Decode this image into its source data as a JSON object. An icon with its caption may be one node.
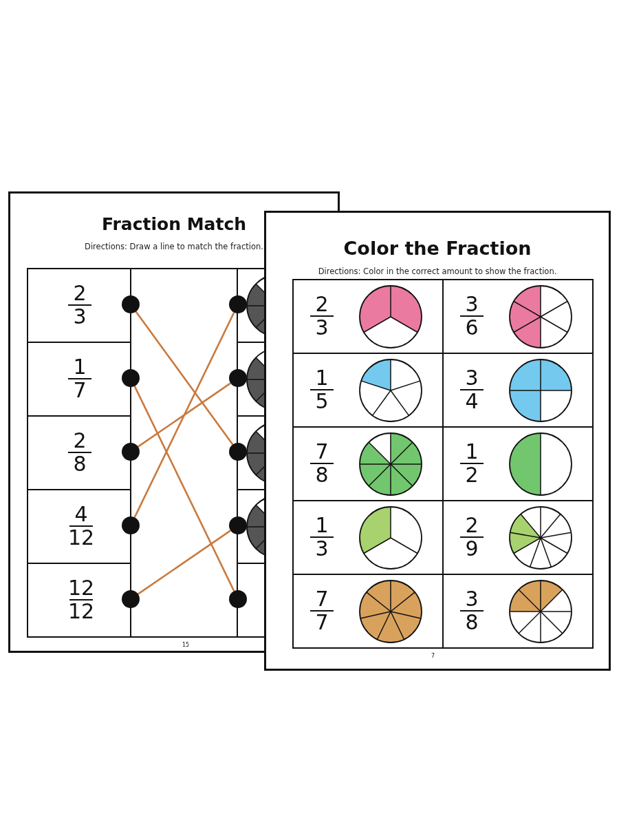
{
  "diagram": {
    "nodes": [
      {
        "text": [],
        "shape": "circle"
      },
      {
        "text": [],
        "shape": "circle"
      },
      {
        "text": [],
        "shape": "circle"
      },
      {
        "text": [],
        "shape": "circle"
      },
      {
        "text": [],
        "shape": "circle"
      },
      {
        "text": [],
        "shape": "circle"
      },
      {
        "text": [],
        "shape": "circle"
      },
      {
        "text": [],
        "shape": "circle"
      },
      {
        "text": [],
        "shape": "circle"
      },
      {
        "text": [],
        "shape": "circle"
      }
    ],
    "edges": [
      {
        "from": 0,
        "to": 7,
        "arrow": "none"
      },
      {
        "from": 1,
        "to": 9,
        "arrow": "none"
      },
      {
        "from": 2,
        "to": 6,
        "arrow": "none"
      },
      {
        "from": 3,
        "to": 5,
        "arrow": "none"
      },
      {
        "from": 4,
        "to": 8,
        "arrow": "none"
      }
    ],
    "labels": [
      "Fraction Match",
      "Directions: Draw a line to match the fraction.",
      "2",
      "3",
      "1",
      "7",
      "2",
      "8",
      "4",
      "12",
      "12",
      "12",
      "15",
      "Color the Fraction",
      "Directions: Color in the correct amount to show the fraction.",
      "2",
      "3",
      "3",
      "6",
      "1",
      "5",
      "3",
      "4",
      "7",
      "8",
      "1",
      "2",
      "1",
      "3",
      "2",
      "9",
      "7",
      "7",
      "3",
      "8",
      "7"
    ]
  }
}
